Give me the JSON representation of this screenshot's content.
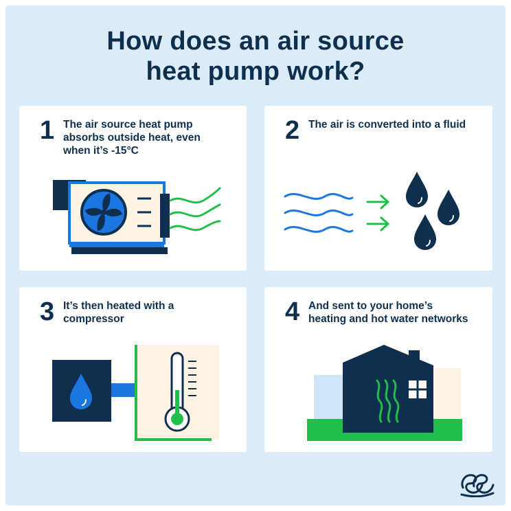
{
  "title": {
    "line1": "How does an air source",
    "line2": "heat pump work?"
  },
  "steps": [
    {
      "number": "1",
      "text": "The air source heat pump absorbs outside heat, even when it’s -15°C",
      "icon": "heat-pump-unit-icon"
    },
    {
      "number": "2",
      "text": "The air is converted into a fluid",
      "icon": "air-to-fluid-icon"
    },
    {
      "number": "3",
      "text": "It’s then heated with a compressor",
      "icon": "compressor-thermometer-icon"
    },
    {
      "number": "4",
      "text": "And sent to your home’s heating and hot water networks",
      "icon": "house-heating-icon"
    }
  ],
  "logo": "brand-logo-icon",
  "colors": {
    "background": "#dcebf8",
    "navy": "#0e2f4d",
    "blue": "#1b76e0",
    "green": "#1fbf4a",
    "cream": "#fdf3e3",
    "light_blue": "#cfe6f8"
  }
}
